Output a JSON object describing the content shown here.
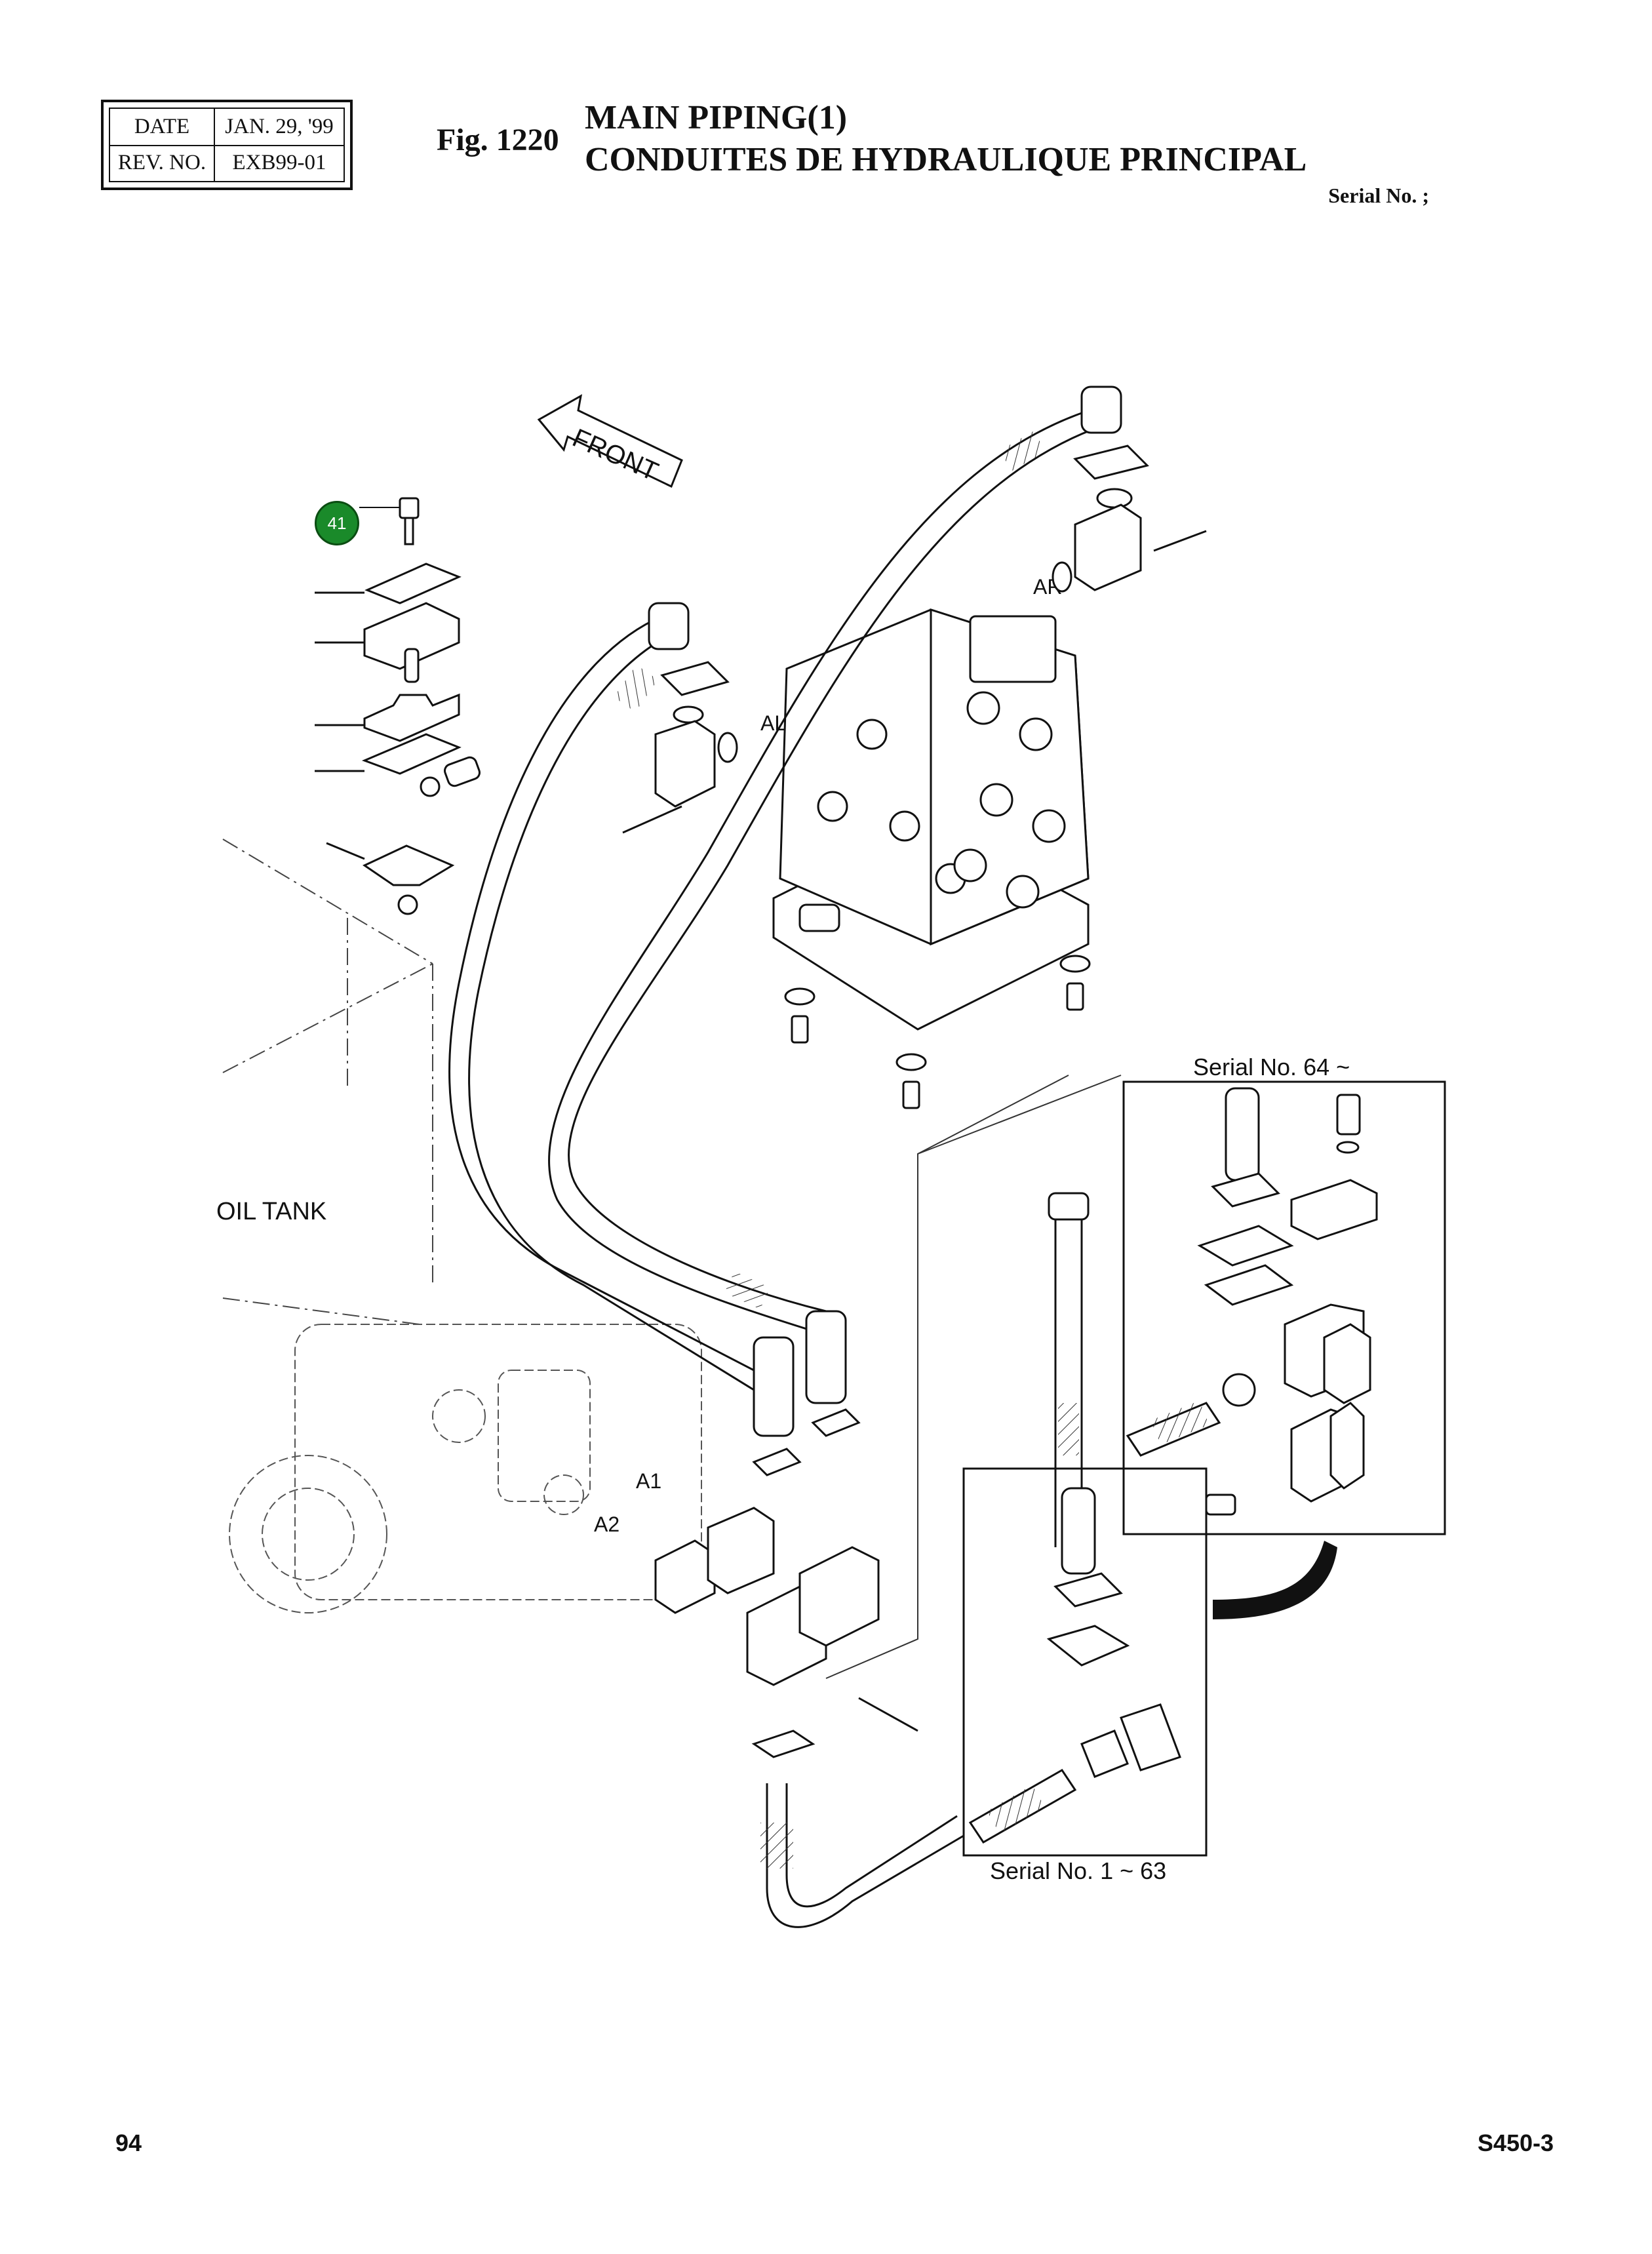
{
  "header": {
    "date_label": "DATE",
    "date_value": "JAN. 29, '99",
    "rev_label": "REV. NO.",
    "rev_value": "EXB99-01",
    "figure_number": "Fig. 1220",
    "title_en": "MAIN PIPING(1)",
    "title_fr": "CONDUITES DE HYDRAULIQUE PRINCIPAL",
    "serial": "Serial No. ;"
  },
  "diagram": {
    "front_label": "FRONT",
    "oil_tank_label": "OIL TANK",
    "port_ar": "AR",
    "port_al": "AL",
    "port_a1": "A1",
    "port_a2": "A2",
    "callout_number": "41",
    "callout_color": "#1a8a2a",
    "detail_serial_64": "Serial No. 64 ~",
    "detail_serial_1_63": "Serial No. 1 ~ 63"
  },
  "footer": {
    "page_number": "94",
    "model": "S450-3"
  }
}
